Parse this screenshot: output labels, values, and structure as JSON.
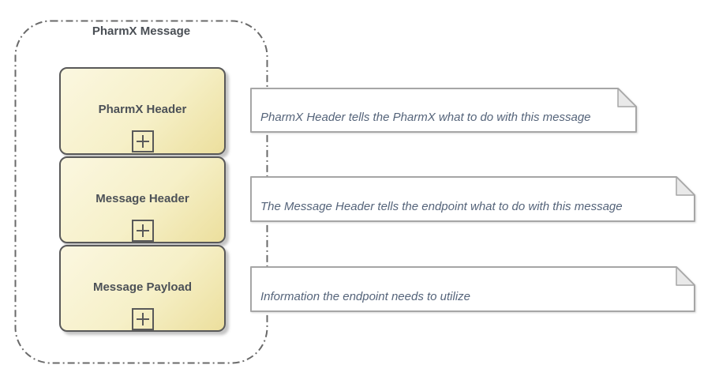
{
  "diagram": {
    "group": {
      "label": "PharmX Message"
    },
    "boxes": [
      {
        "label": "PharmX Header",
        "icon": "expand-plus-icon"
      },
      {
        "label": "Message Header",
        "icon": "expand-plus-icon"
      },
      {
        "label": "Message Payload",
        "icon": "expand-plus-icon"
      }
    ],
    "notes": [
      {
        "text": "PharmX Header tells the PharmX what to do with this message"
      },
      {
        "text": "The Message Header tells the endpoint what to do with this message"
      },
      {
        "text": "Information the endpoint needs to utilize"
      }
    ],
    "colors": {
      "group_border": "#6a6a6a",
      "group_label": "#4a4f55",
      "box_fill_top": "#fbf7e0",
      "box_fill_bottom": "#ecdf9d",
      "box_border": "#595959",
      "box_text": "#4c5157",
      "icon": "#595959",
      "note_fill": "#ffffff",
      "note_border": "#a6a6a6",
      "note_fold": "#e9e9e9",
      "note_text": "#55647a"
    }
  }
}
